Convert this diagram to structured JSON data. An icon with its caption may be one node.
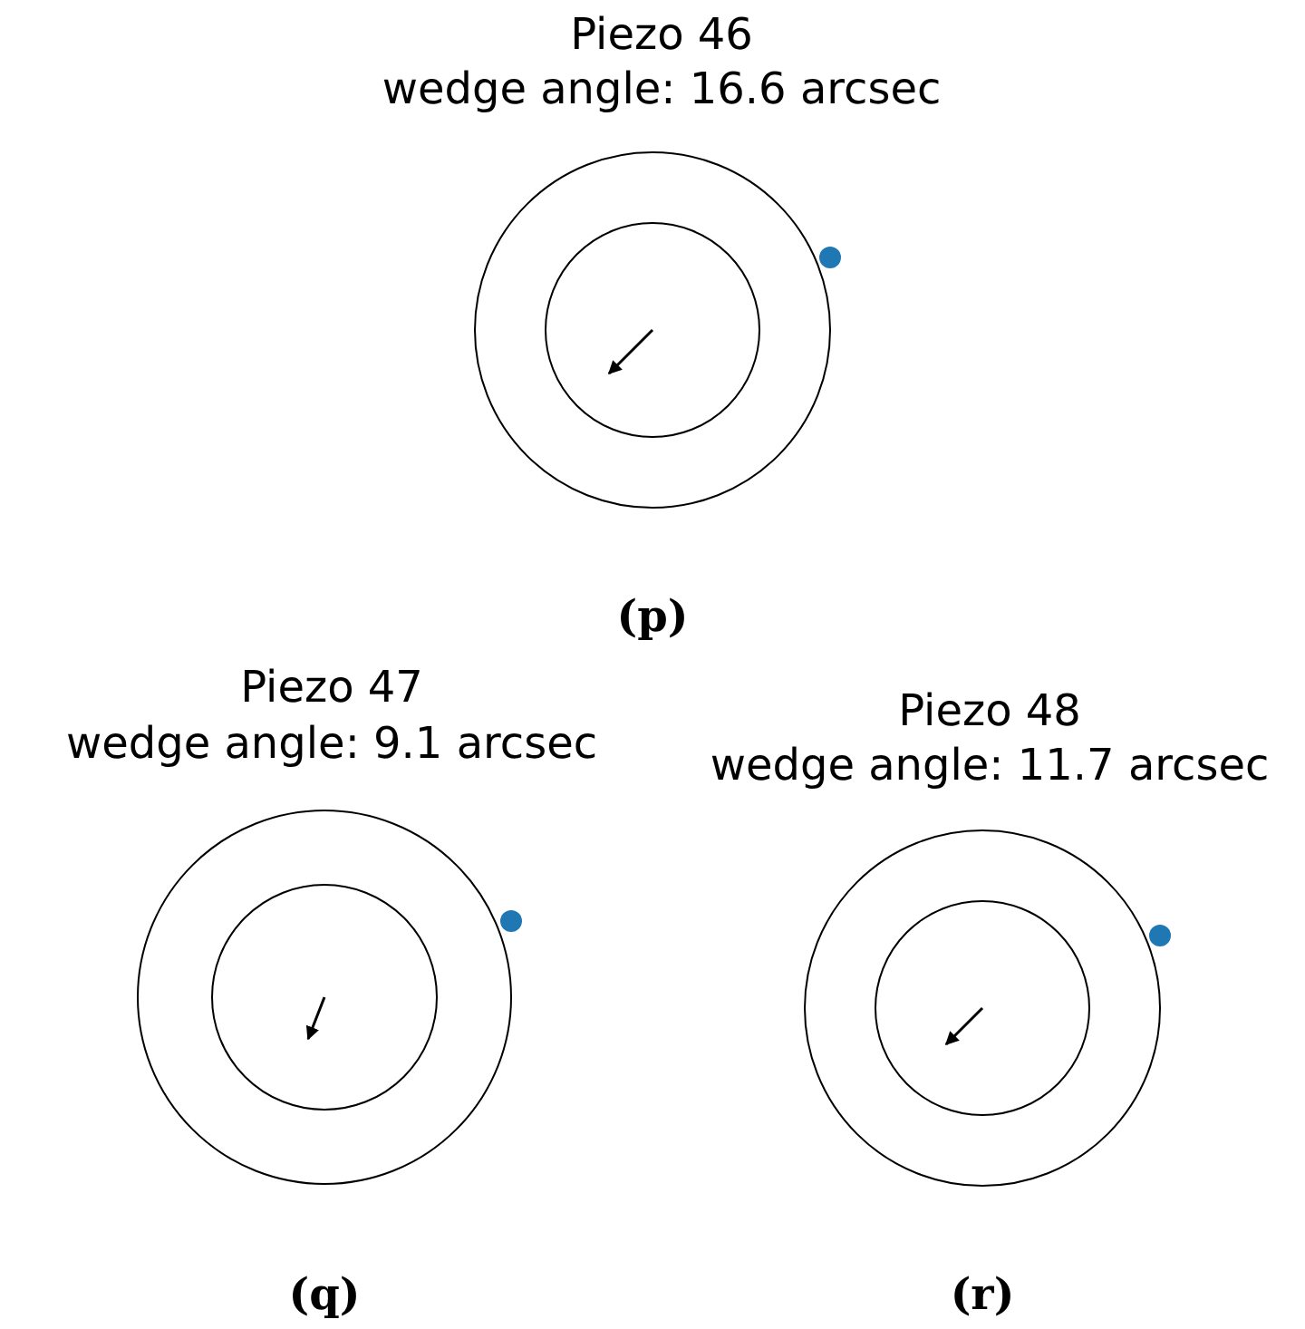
{
  "diagram": {
    "labels": [
      "Piezo 46",
      "wedge angle: 16.6 arcsec",
      "(p)",
      "Piezo 47",
      "wedge angle: 9.1 arcsec",
      "Piezo 48",
      "wedge angle: 11.7 arcsec",
      "(q)",
      "(r)"
    ]
  }
}
